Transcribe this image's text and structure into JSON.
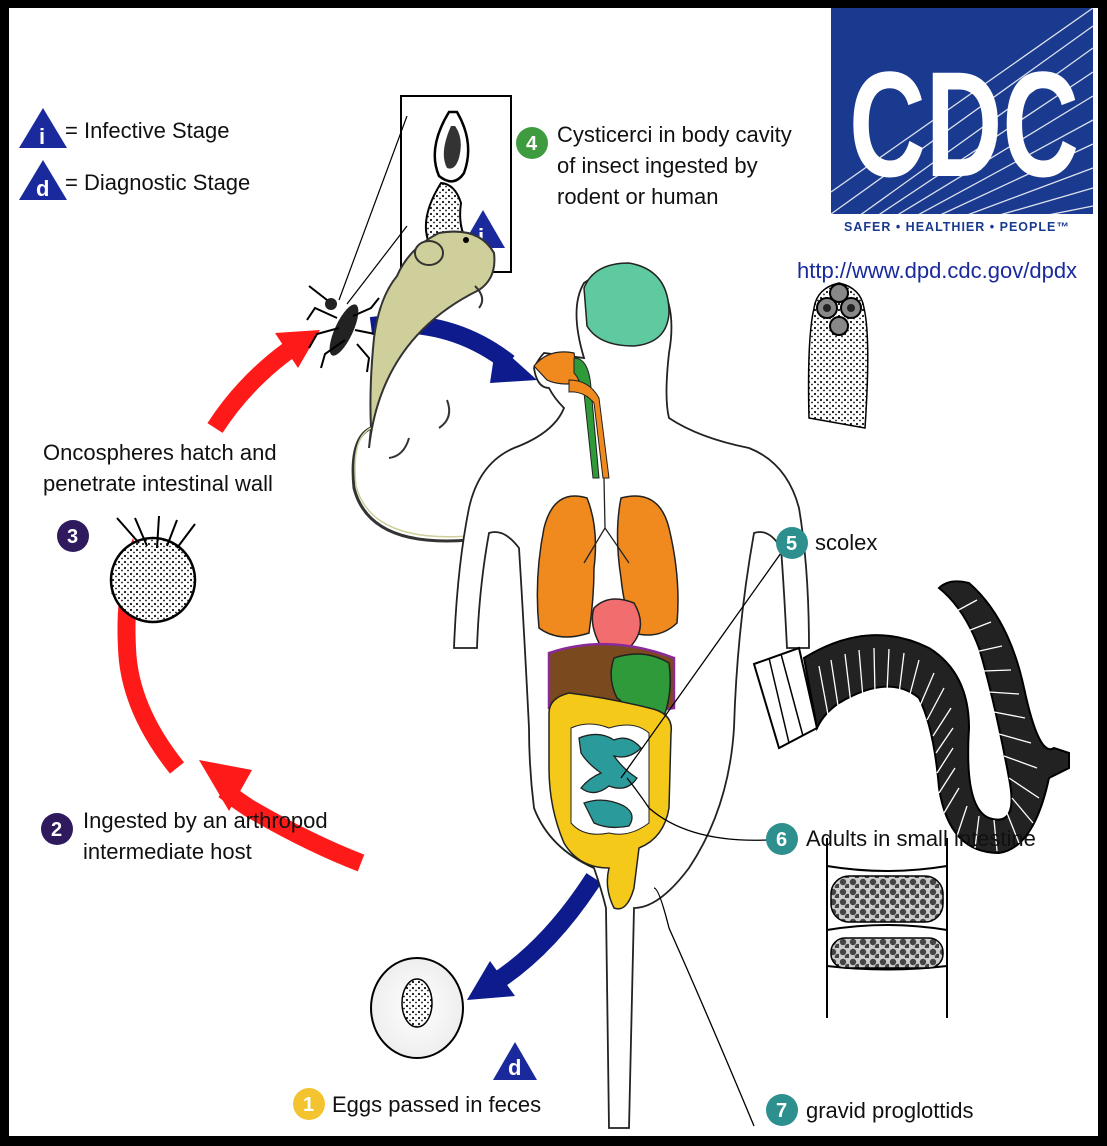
{
  "legend": {
    "infective_symbol": "i",
    "infective_label": "= Infective Stage",
    "diagnostic_symbol": "d",
    "diagnostic_label": "= Diagnostic Stage"
  },
  "logo": {
    "text": "CDC",
    "tagline": "SAFER • HEALTHIER • PEOPLE™",
    "url": "http://www.dpd.cdc.gov/dpdx"
  },
  "stages": [
    {
      "number": "1",
      "lines": [
        "Eggs passed in feces"
      ],
      "color": "#f4c430"
    },
    {
      "number": "2",
      "lines": [
        "Ingested by an arthropod",
        "intermediate host"
      ],
      "color": "#2e1a5c"
    },
    {
      "number": "3",
      "lines": [
        "Oncospheres hatch and",
        "penetrate intestinal wall"
      ],
      "color": "#2e1a5c"
    },
    {
      "number": "4",
      "lines": [
        "Cysticerci in body cavity",
        "of insect ingested by",
        "rodent or human"
      ],
      "color": "#3f9b3f"
    },
    {
      "number": "5",
      "lines": [
        "scolex"
      ],
      "color": "#2e8f8f"
    },
    {
      "number": "6",
      "lines": [
        "Adults in small intestine"
      ],
      "color": "#2e8f8f"
    },
    {
      "number": "7",
      "lines": [
        "gravid proglottids"
      ],
      "color": "#2e8f8f"
    }
  ],
  "stage_markers": {
    "infective": "i",
    "diagnostic": "d"
  },
  "colors": {
    "arrow_red": "#ff1a1a",
    "arrow_blue": "#0d1b8c",
    "cdc_blue": "#1a3a8f",
    "brain": "#5fc9a0",
    "lungs": "#f08a1e",
    "heart": "#f26d6d",
    "liver": "#7a4a1e",
    "stomach": "#2e9a3a",
    "colon": "#f5c91a",
    "small_intestine": "#2a9a9a",
    "rat": "#cfcf9c"
  }
}
